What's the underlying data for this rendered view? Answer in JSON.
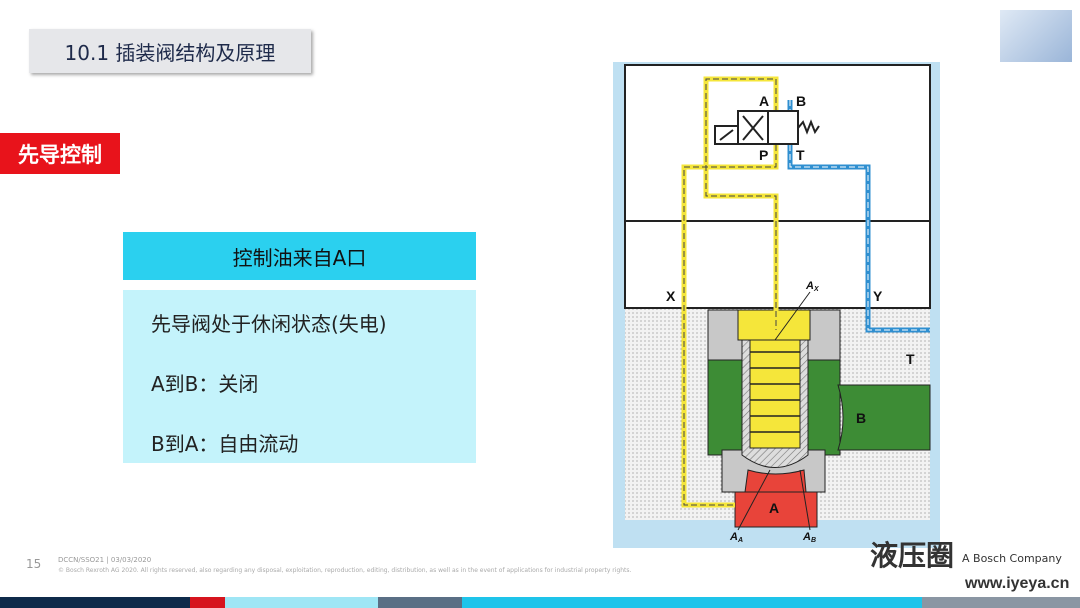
{
  "header": {
    "title": "10.1 插装阀结构及原理"
  },
  "section_tag": "先导控制",
  "panel": {
    "heading": "控制油来自A口",
    "lines": [
      "先导阀处于休闲状态(失电)",
      "A到B：关闭",
      "B到A：自由流动"
    ]
  },
  "diagram": {
    "labels": {
      "A_top": "A",
      "B_top": "B",
      "P": "P",
      "T_top": "T",
      "X": "X",
      "Y": "Y",
      "T": "T",
      "B": "B",
      "A": "A",
      "Ax": "A",
      "Ax_sub": "X",
      "AA": "A",
      "AA_sub": "A",
      "AB": "A",
      "AB_sub": "B"
    },
    "colors": {
      "pilot": "#f5e63a",
      "tank": "#2f8fd0",
      "port_a": "#e8443a",
      "port_b": "#3d8c35",
      "body": "#c8c8c8",
      "panel": "#bfe0f2"
    }
  },
  "footer": {
    "page": "15",
    "doc": "DCCN/SSO21 | 03/03/2020",
    "copyright": "© Bosch Rexroth AG 2020. All rights reserved, also regarding any disposal, exploitation, reproduction, editing, distribution, as well as in the event of applications for industrial property rights.",
    "company": "A Bosch Company"
  },
  "watermark": {
    "name": "液压圈",
    "url": "www.iyeya.cn"
  }
}
